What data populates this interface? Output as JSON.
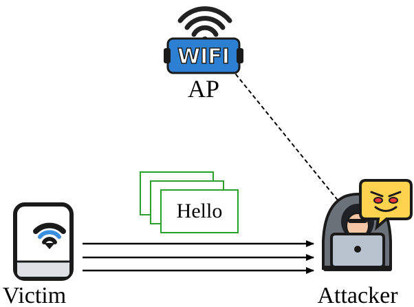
{
  "nodes": {
    "ap": {
      "label": "AP",
      "badge_text": "WIFI",
      "icon": "wifi-router-icon",
      "badge_color": "#2d7fd1"
    },
    "victim": {
      "label": "Victim",
      "icon": "smartphone-wifi-icon",
      "screen_wifi_color": "#3b8fe0"
    },
    "attacker": {
      "label": "Attacker",
      "icon": "hacker-laptop-icon",
      "emoji": "angry-devil-icon",
      "emoji_color": "#ffd34d"
    }
  },
  "message": {
    "text": "Hello",
    "frame_color": "#2ca02c",
    "stack_count": 3
  },
  "edges": {
    "ap_attacker": {
      "style": "dashed"
    },
    "victim_attacker": {
      "style": "solid-arrow",
      "count": 3
    }
  }
}
